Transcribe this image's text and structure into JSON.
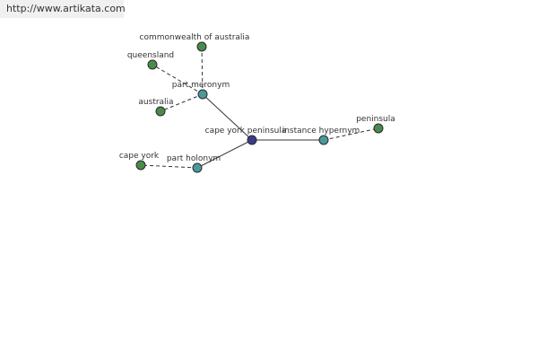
{
  "header": {
    "url": "http://www.artikata.com"
  },
  "colors": {
    "center_node": "#3a3a8c",
    "relation_node": "#4a9a9a",
    "leaf_node": "#4a8a4a"
  },
  "graph": {
    "center": "cape york peninsula",
    "relations": [
      {
        "label": "part meronym",
        "targets": [
          "commonwealth of australia",
          "queensland",
          "australia"
        ]
      },
      {
        "label": "instance hypernym",
        "targets": [
          "peninsula"
        ]
      },
      {
        "label": "part holonym",
        "targets": [
          "cape york"
        ]
      }
    ]
  }
}
